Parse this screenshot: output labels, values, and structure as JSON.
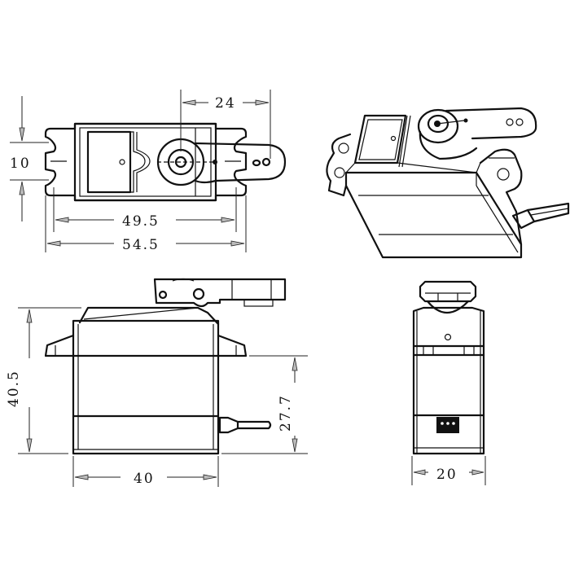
{
  "drawing": {
    "subject": "servo motor dimension drawing",
    "units": "mm",
    "views": [
      "top-view",
      "isometric-view",
      "front-view",
      "side-view"
    ]
  },
  "dimensions": {
    "top_horn_offset": "24",
    "top_mount_slot_spacing": "10",
    "top_mount_hole_span": "49.5",
    "top_overall_length": "54.5",
    "front_overall_height": "40.5",
    "front_mount_to_bottom": "27.7",
    "front_body_width": "40",
    "side_body_depth": "20"
  }
}
